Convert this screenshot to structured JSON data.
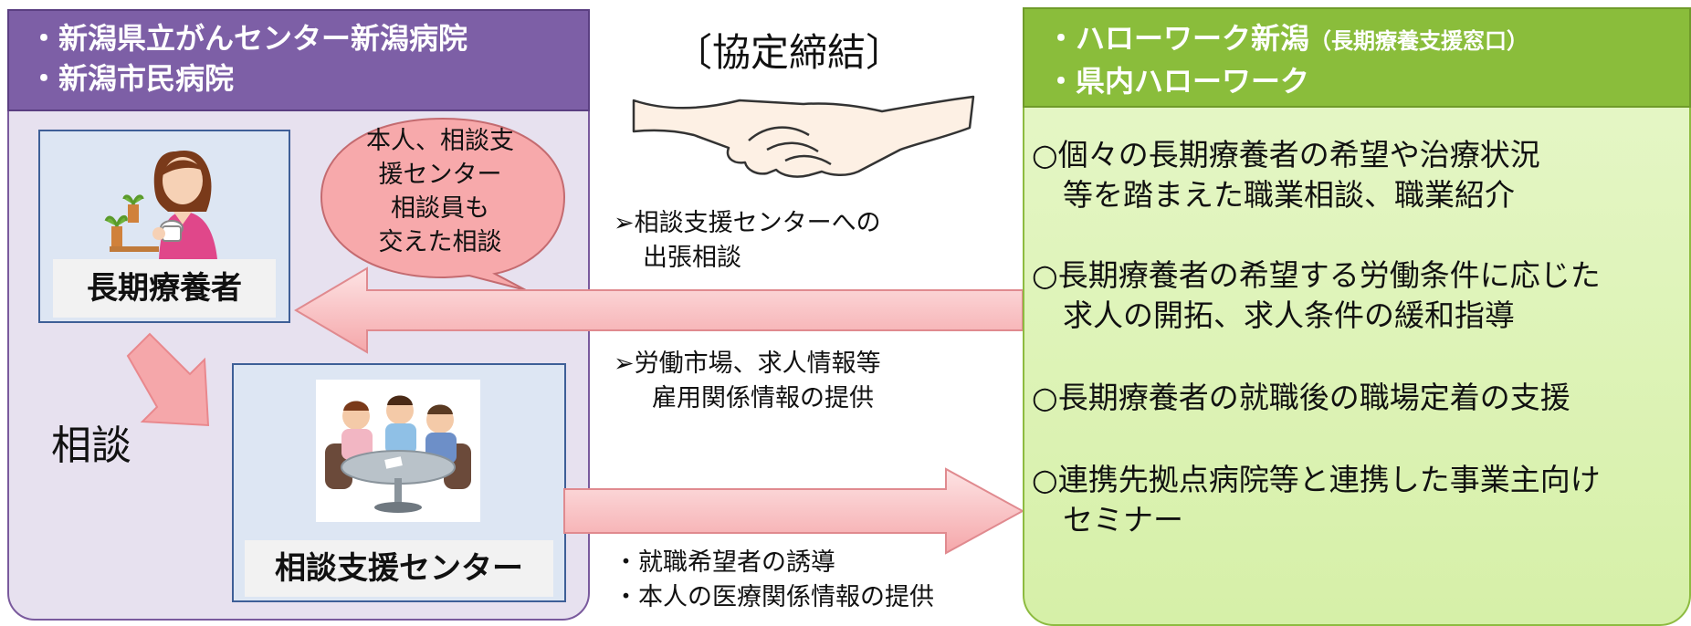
{
  "left": {
    "header_line1": "・新潟県立がんセンター新潟病院",
    "header_line2": "・新潟市民病院",
    "patient_label": "長期療養者",
    "center_label": "相談支援センター",
    "consult_label": "相談"
  },
  "speech": {
    "line1": "本人、相談支",
    "line2": "援センター",
    "line3": "相談員も",
    "line4": "交えた相談"
  },
  "agreement_label": "〔協定締結〕",
  "notes": {
    "top_line1": "➢相談支援センターへの",
    "top_line2": "出張相談",
    "mid_line1": "➢労働市場、求人情報等",
    "mid_line2": "雇用関係情報の提供",
    "bottom_line1": "・就職希望者の誘導",
    "bottom_line2": "・本人の医療関係情報の提供"
  },
  "right": {
    "header_line1": "・ハローワーク新潟",
    "header_line1_sub": "（長期療養支援窓口）",
    "header_line2": "・県内ハローワーク",
    "services": [
      {
        "line1": "○個々の長期療養者の希望や治療状況",
        "line2": "等を踏まえた職業相談、職業紹介"
      },
      {
        "line1": "○長期療養者の希望する労働条件に応じた",
        "line2": "求人の開拓、求人条件の緩和指導"
      },
      {
        "line1": "○長期療養者の就職後の職場定着の支援",
        "line2": ""
      },
      {
        "line1": "○連携先拠点病院等と連携した事業主向け",
        "line2": "セミナー"
      }
    ]
  },
  "colors": {
    "left_header": "#7d5fa6",
    "right_header": "#8abd3b",
    "arrow": "#f5a7aa"
  },
  "icons": {
    "patient": "woman-with-cup-illustration",
    "center": "meeting-table-illustration",
    "handshake": "handshake-illustration"
  }
}
